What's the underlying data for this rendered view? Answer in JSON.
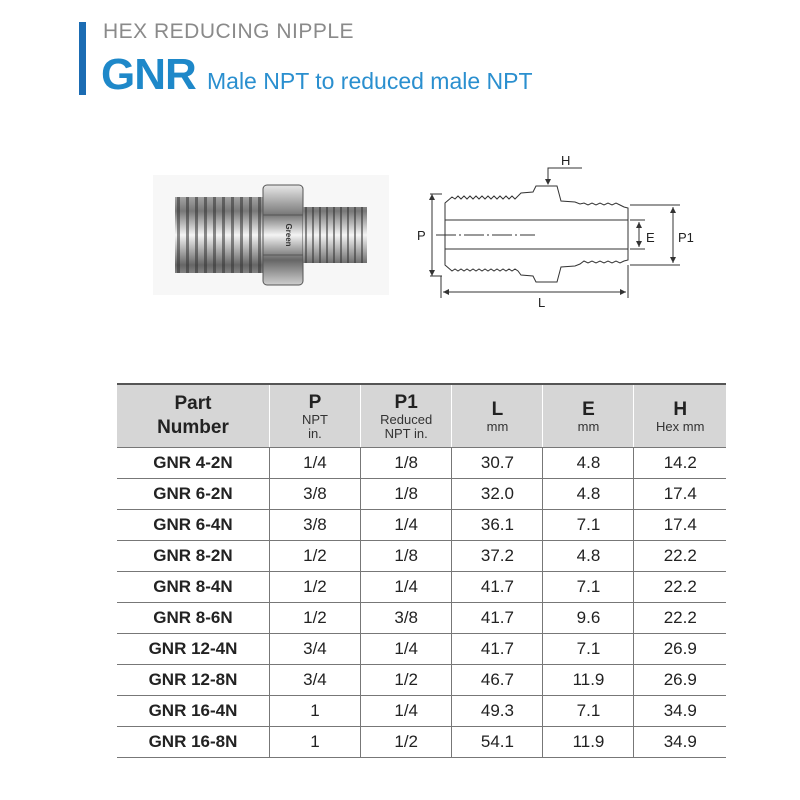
{
  "header": {
    "subtitle": "HEX REDUCING NIPPLE",
    "code": "GNR",
    "description": "Male NPT to reduced male NPT"
  },
  "photo": {
    "brand_mark": "Green"
  },
  "drawing": {
    "labels": {
      "h": "H",
      "p": "P",
      "e": "E",
      "p1": "P1",
      "l": "L"
    }
  },
  "table": {
    "headers": [
      {
        "main": "Part Number",
        "sub": ""
      },
      {
        "main": "P",
        "sub": "NPT in."
      },
      {
        "main": "P1",
        "sub": "Reduced NPT in."
      },
      {
        "main": "L",
        "sub": "mm"
      },
      {
        "main": "E",
        "sub": "mm"
      },
      {
        "main": "H",
        "sub": "Hex mm"
      }
    ],
    "rows": [
      [
        "GNR 4-2N",
        "1/4",
        "1/8",
        "30.7",
        "4.8",
        "14.2"
      ],
      [
        "GNR 6-2N",
        "3/8",
        "1/8",
        "32.0",
        "4.8",
        "17.4"
      ],
      [
        "GNR 6-4N",
        "3/8",
        "1/4",
        "36.1",
        "7.1",
        "17.4"
      ],
      [
        "GNR 8-2N",
        "1/2",
        "1/8",
        "37.2",
        "4.8",
        "22.2"
      ],
      [
        "GNR 8-4N",
        "1/2",
        "1/4",
        "41.7",
        "7.1",
        "22.2"
      ],
      [
        "GNR 8-6N",
        "1/2",
        "3/8",
        "41.7",
        "9.6",
        "22.2"
      ],
      [
        "GNR 12-4N",
        "3/4",
        "1/4",
        "41.7",
        "7.1",
        "26.9"
      ],
      [
        "GNR 12-8N",
        "3/4",
        "1/2",
        "46.7",
        "11.9",
        "26.9"
      ],
      [
        "GNR 16-4N",
        "1",
        "1/4",
        "49.3",
        "7.1",
        "34.9"
      ],
      [
        "GNR 16-8N",
        "1",
        "1/2",
        "54.1",
        "11.9",
        "34.9"
      ]
    ]
  }
}
